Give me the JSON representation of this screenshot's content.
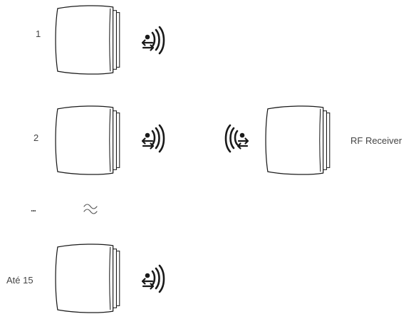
{
  "devices": [
    {
      "label": "1"
    },
    {
      "label": "2"
    },
    {
      "label": "..."
    },
    {
      "label": "Até 15"
    }
  ],
  "receiver": {
    "label": "RF Receiver"
  },
  "icons": {
    "device": "thermostat-head-icon",
    "transmit": "rf-transmit-icon",
    "receive": "rf-receive-icon",
    "continuation": "wavy-break-icon"
  },
  "colors": {
    "stroke": "#1a1a1a",
    "text": "#444444"
  }
}
